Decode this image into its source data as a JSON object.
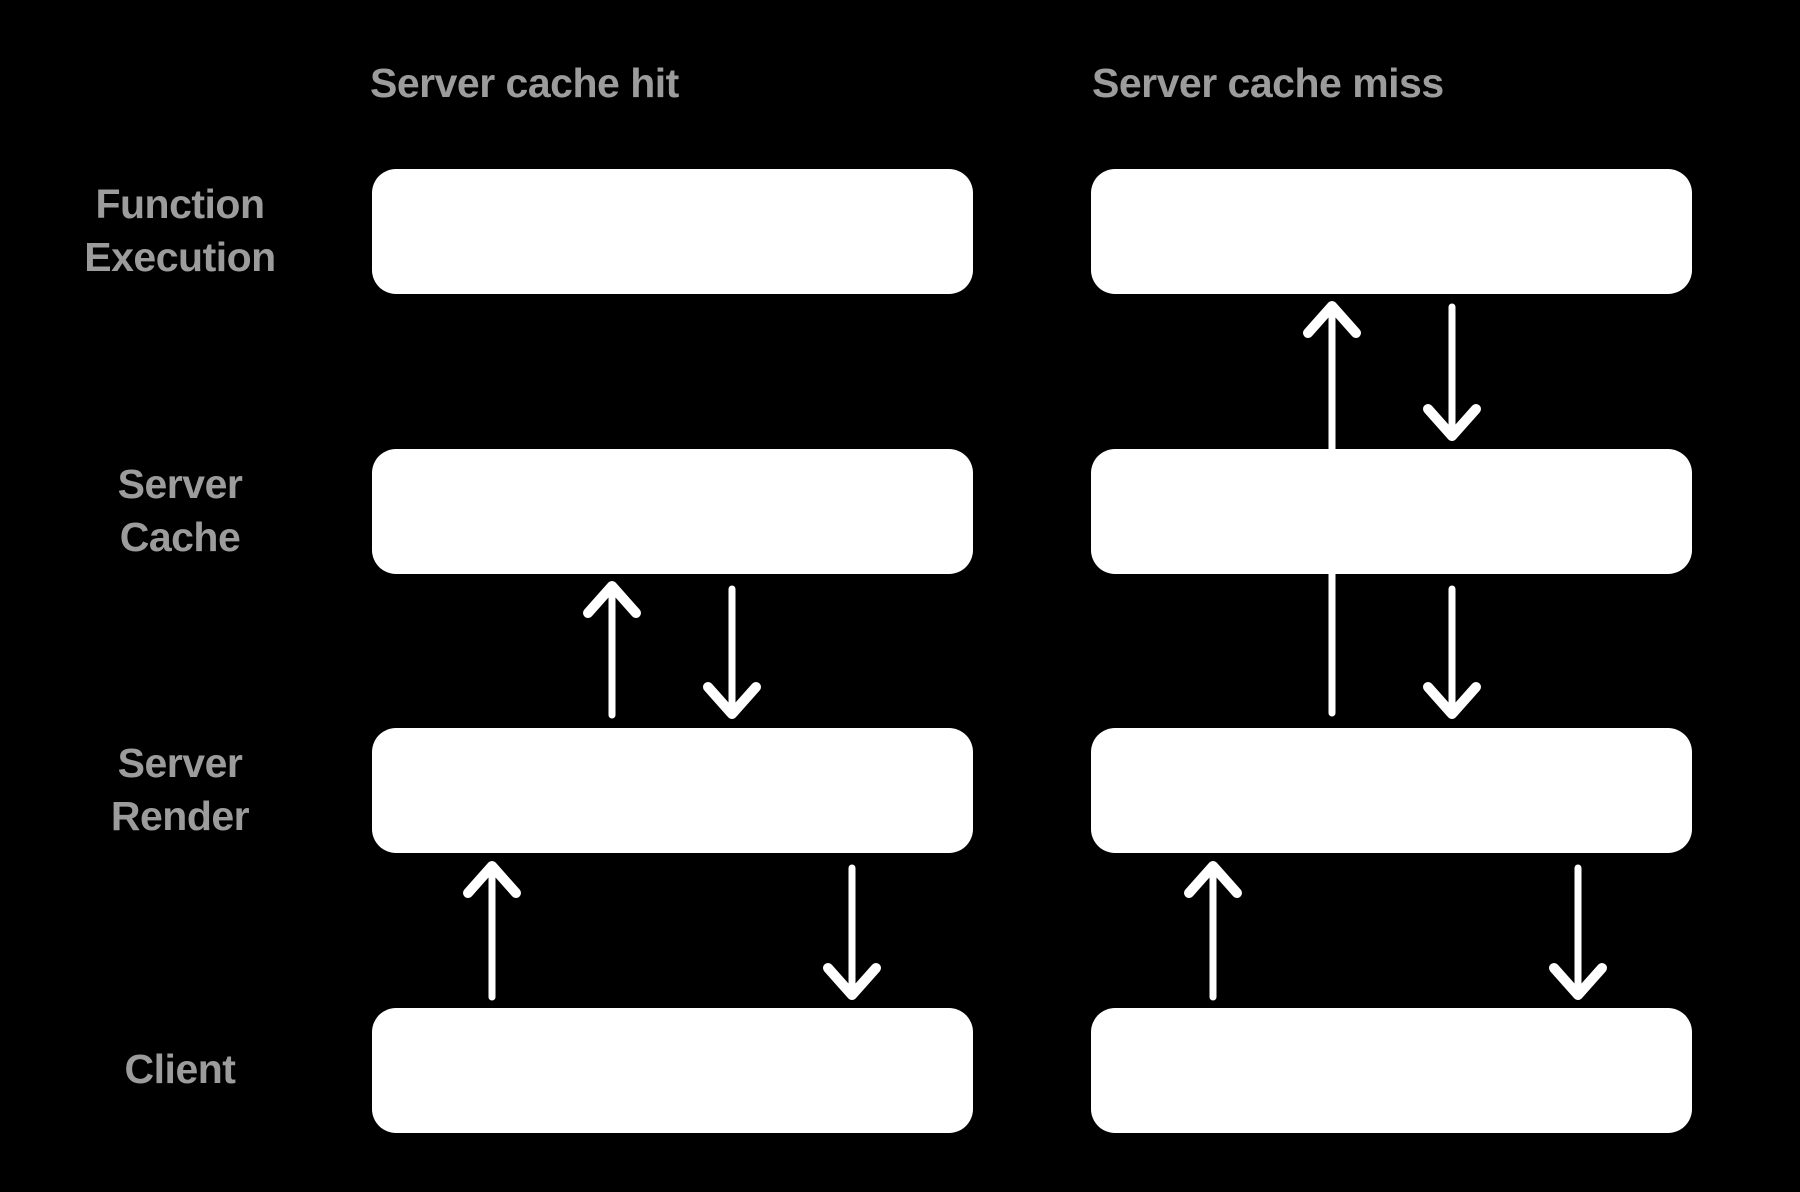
{
  "diagram": {
    "columns": [
      {
        "heading": "Server cache hit"
      },
      {
        "heading": "Server cache miss"
      }
    ],
    "rows": [
      {
        "label_lines": [
          "Function",
          "Execution"
        ]
      },
      {
        "label_lines": [
          "Server",
          "Cache"
        ]
      },
      {
        "label_lines": [
          "Server",
          "Render"
        ]
      },
      {
        "label_lines": [
          "Client"
        ]
      }
    ],
    "colors": {
      "background": "#000000",
      "box_fill": "#ffffff",
      "arrow": "#ffffff",
      "label_text": "#9c9c9c"
    }
  }
}
